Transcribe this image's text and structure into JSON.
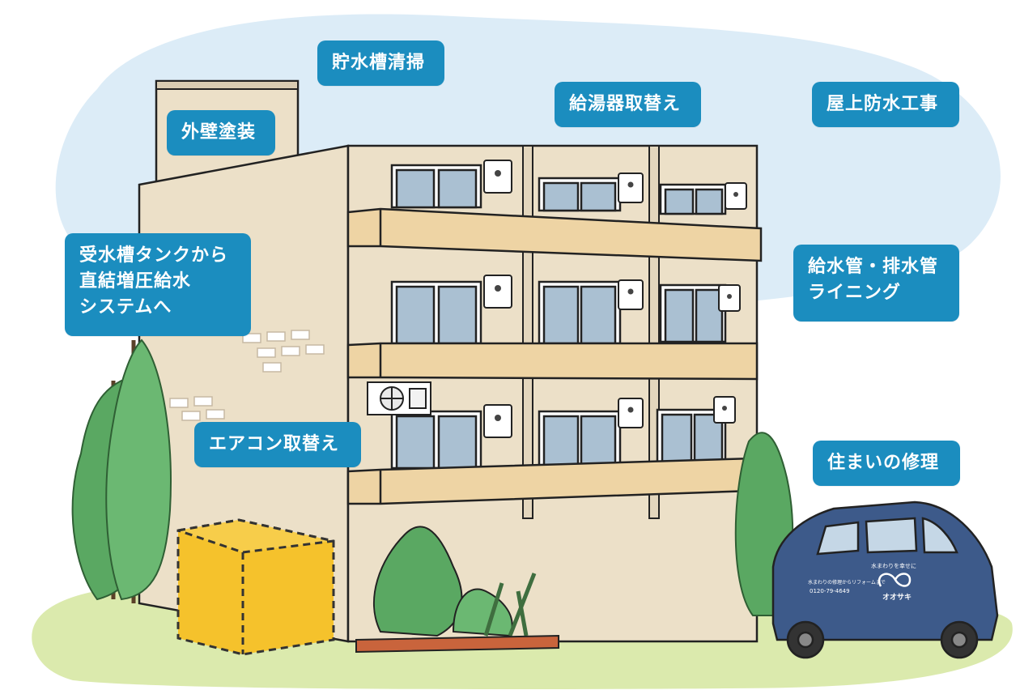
{
  "labels": {
    "chosui_seisou": "貯水槽清掃",
    "gaiheki_tosou": "外壁塗装",
    "kyutouki": "給湯器取替え",
    "okujou": "屋上防水工事",
    "jusuisou": [
      "受水槽タンクから",
      "直結増圧給水",
      "システムへ"
    ],
    "kyusuikan": [
      "給水管・排水管",
      "ライニング"
    ],
    "aircon": "エアコン取替え",
    "sumai": "住まいの修理"
  },
  "van": {
    "slogan": "水まわりを幸せに",
    "subline": "水まわりの修理からリフォームまで",
    "phone": "0120-79-4649",
    "brand": "オオサキ"
  },
  "colors": {
    "sky": "#dcecf7",
    "label_bg": "#1b8dbf",
    "building": "#ece0c8",
    "balcony": "#eed4a4",
    "glass": "#aac0d2",
    "tree": "#5aa862",
    "tank": "#f5c22c",
    "van": "#3d5a8a",
    "grass": "#dbeaad"
  },
  "icons": [
    "water-tank-icon",
    "water-heater-icon",
    "air-conditioner-unit-icon",
    "house-logo-icon"
  ]
}
